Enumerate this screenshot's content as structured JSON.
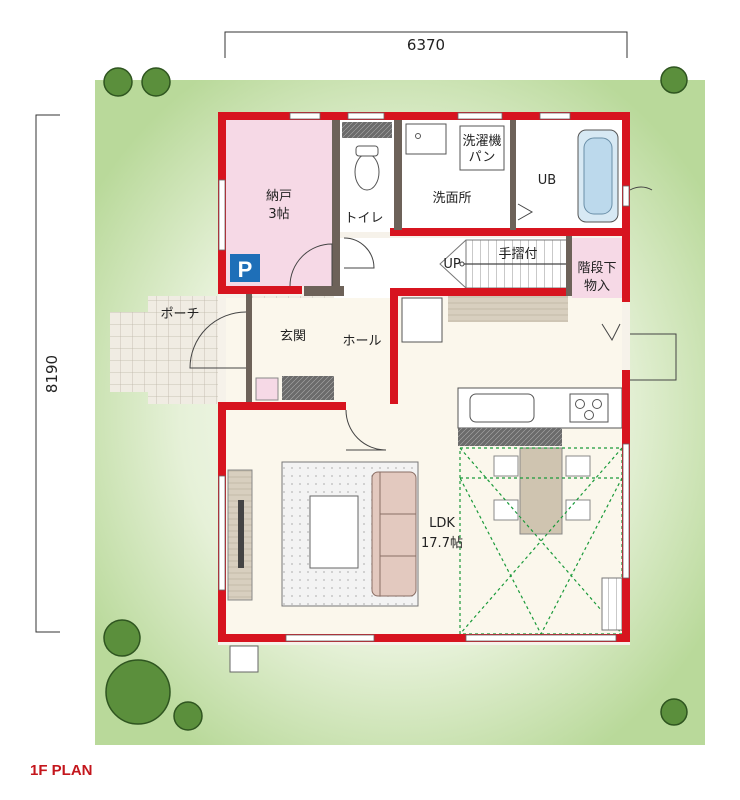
{
  "dimensions": {
    "width_label": "6370",
    "depth_label": "8190"
  },
  "rooms": {
    "nando": {
      "name": "納戸",
      "size": "3帖"
    },
    "toilet": "トイレ",
    "senmenjo": "洗面所",
    "washer": {
      "line1": "洗濯機",
      "line2": "パン"
    },
    "ub": "UB",
    "stair_storage": {
      "line1": "階段下",
      "line2": "物入"
    },
    "handrail": "手摺付",
    "stair_up": "UP",
    "porch": "ポーチ",
    "genkan": "玄関",
    "hall": "ホール",
    "ldk": {
      "name": "LDK",
      "size": "17.7帖"
    }
  },
  "parking_mark": "P",
  "caption": "1F PLAN",
  "colors": {
    "wall": "#d7141f",
    "lawn": "#d6e9c3",
    "floor": "#f9f5e6",
    "pink_room": "#f6d9e6",
    "caption": "#c4161c"
  }
}
